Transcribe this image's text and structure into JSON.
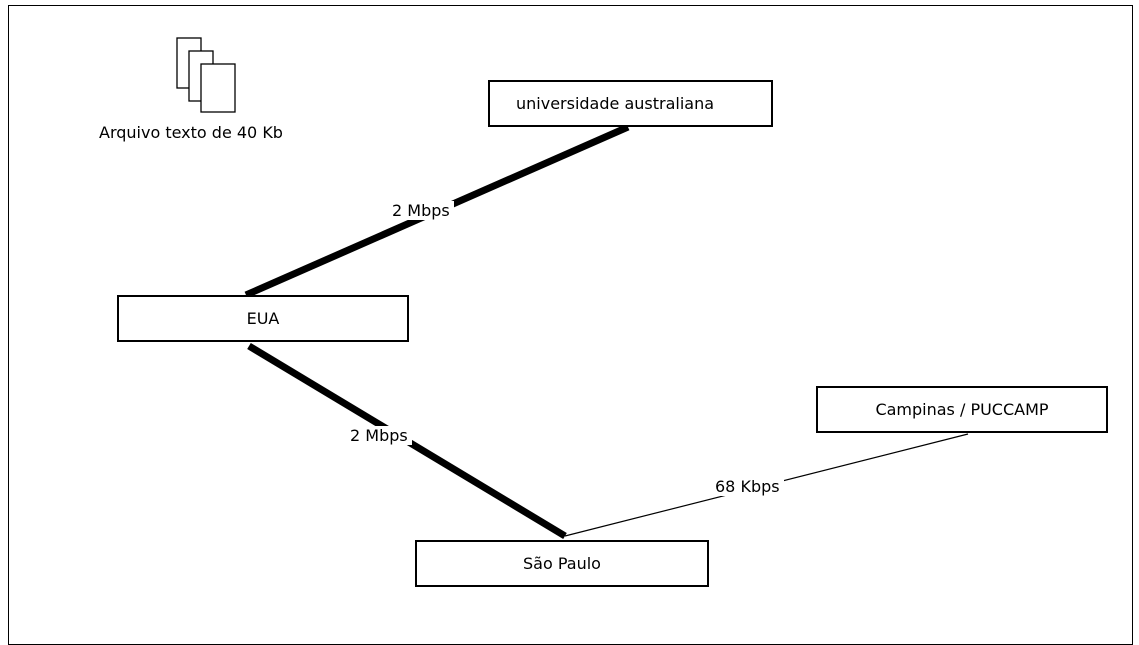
{
  "file": {
    "caption": "Arquivo texto de 40 Kb",
    "icon": "documents-stack-icon"
  },
  "nodes": {
    "australia": "universidade australiana",
    "eua": "EUA",
    "sao_paulo": "São Paulo",
    "campinas": "Campinas / PUCCAMP"
  },
  "links": {
    "australia_eua": "2 Mbps",
    "eua_sao_paulo": "2 Mbps",
    "sao_paulo_campinas": "68 Kbps"
  }
}
